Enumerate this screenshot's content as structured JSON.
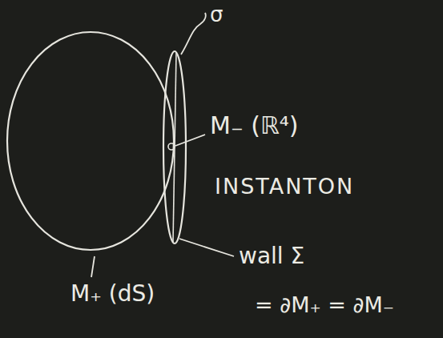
{
  "diagram": {
    "labels": [
      "σ",
      "M₋ (ℝ⁴)",
      "INSTANTON",
      "wall Σ",
      "= ∂M₊ = ∂M₋",
      "M₊ (dS)"
    ]
  }
}
